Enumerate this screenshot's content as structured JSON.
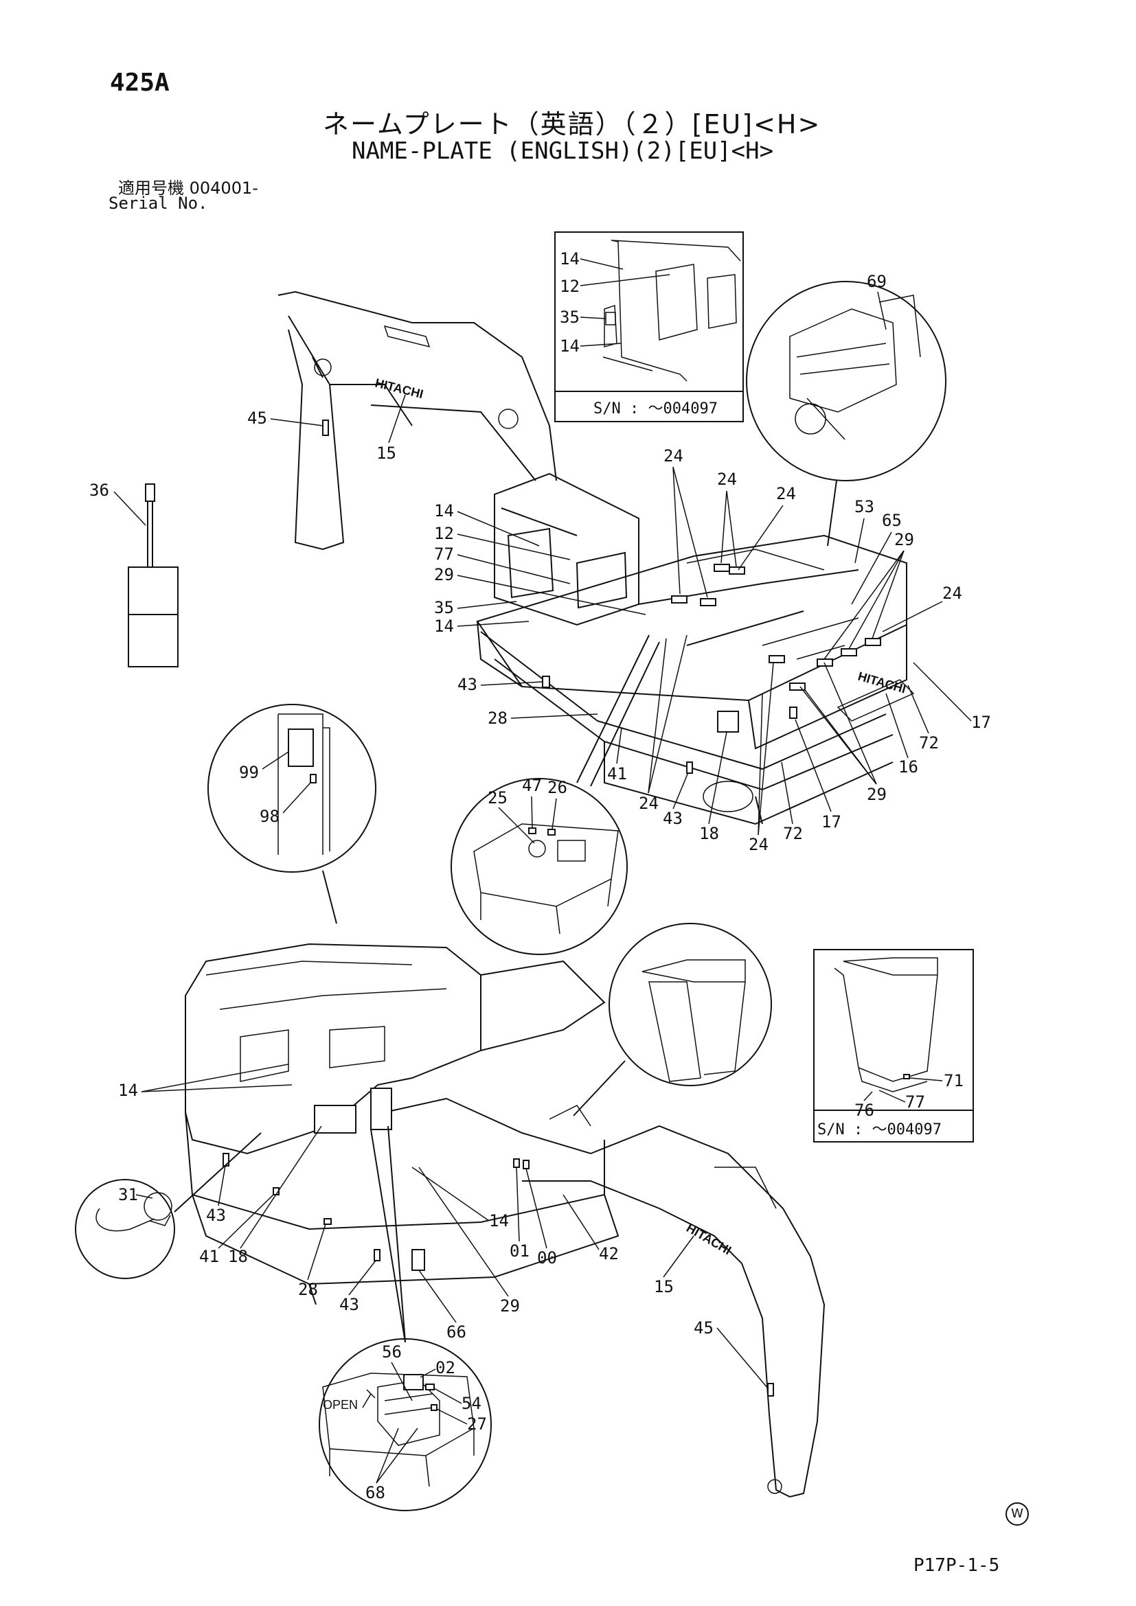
{
  "header": {
    "page_code": "425A",
    "title_jp": "ネームプレート（英語）（２）[EU]<H>",
    "title_en": "NAME-PLATE (ENGLISH)(2)[EU]<H>",
    "serial_label_jp": "適用号機  004001-",
    "serial_label_en": "Serial No."
  },
  "footer": {
    "page_ref": "P17P-1-5",
    "mark": "W"
  },
  "brand": "HITACHI",
  "sn_note": "S/N :  ～004097",
  "open_label": "OPEN",
  "callouts": {
    "c14a": "14",
    "c12a": "12",
    "c35a": "35",
    "c14b": "14",
    "c69": "69",
    "c45a": "45",
    "c15a": "15",
    "c36": "36",
    "c14c": "14",
    "c12b": "12",
    "c77a": "77",
    "c29a": "29",
    "c35b": "35",
    "c14d": "14",
    "c24a": "24",
    "c24b": "24",
    "c24c": "24",
    "c53": "53",
    "c65": "65",
    "c29b": "29",
    "c24d": "24",
    "c43a": "43",
    "c28a": "28",
    "c41a": "41",
    "c24e": "24",
    "c43b": "43",
    "c18a": "18",
    "c24f": "24",
    "c72a": "72",
    "c17a": "17",
    "c29c": "29",
    "c16": "16",
    "c72b": "72",
    "c17b": "17",
    "c99": "99",
    "c98": "98",
    "c47": "47",
    "c26": "26",
    "c25": "25",
    "c71": "71",
    "c77b": "77",
    "c76": "76",
    "c14e": "14",
    "c43c": "43",
    "c31": "31",
    "c41b": "41",
    "c18b": "18",
    "c28b": "28",
    "c43d": "43",
    "c14f": "14",
    "c01": "01",
    "c00": "00",
    "c42": "42",
    "c29d": "29",
    "c66": "66",
    "c15b": "15",
    "c45b": "45",
    "c56": "56",
    "c02": "02",
    "c54": "54",
    "c27": "27",
    "c68": "68"
  }
}
